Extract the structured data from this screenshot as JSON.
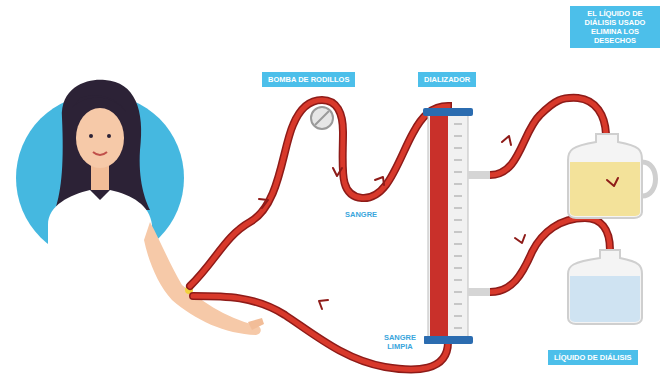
{
  "diagram": {
    "nodes": [
      {
        "text": [
          "BOMBA DE RODILLOS"
        ]
      },
      {
        "text": [
          "DIALIZADOR"
        ]
      },
      {
        "text": [
          "EL LÍQUIDO DE DIÁLISIS USADO ELIMINA LOS DESECHOS"
        ]
      },
      {
        "text": [
          "LÍQUIDO DE DIÁLISIS"
        ]
      }
    ],
    "labels": [
      "SANGRE",
      "SANGRE LIMPIA"
    ]
  }
}
